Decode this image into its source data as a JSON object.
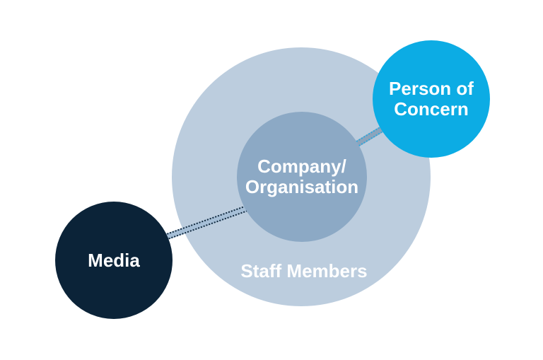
{
  "diagram": {
    "colors": {
      "background": "#FFFFFF",
      "staff_circle": "#BCCDDE",
      "company_circle": "#8CA9C5",
      "person_circle": "#0CACE4",
      "media_circle": "#0B2338",
      "label_text": "#FFFFFF",
      "media_link_fill": "#A6BFD7",
      "media_link_dots": "#12293D",
      "person_link_fill": "#8CA4BC",
      "person_link_dots": "#2EA8DE"
    },
    "nodes": {
      "staff": {
        "label": "Staff Members"
      },
      "company": {
        "line1": "Company/",
        "line2": "Organisation"
      },
      "person": {
        "line1": "Person of",
        "line2": "Concern"
      },
      "media": {
        "label": "Media"
      }
    },
    "connectors": [
      {
        "from": "Media",
        "to": "Company/Organisation"
      },
      {
        "from": "Company/Organisation",
        "to": "Person of Concern"
      }
    ]
  }
}
